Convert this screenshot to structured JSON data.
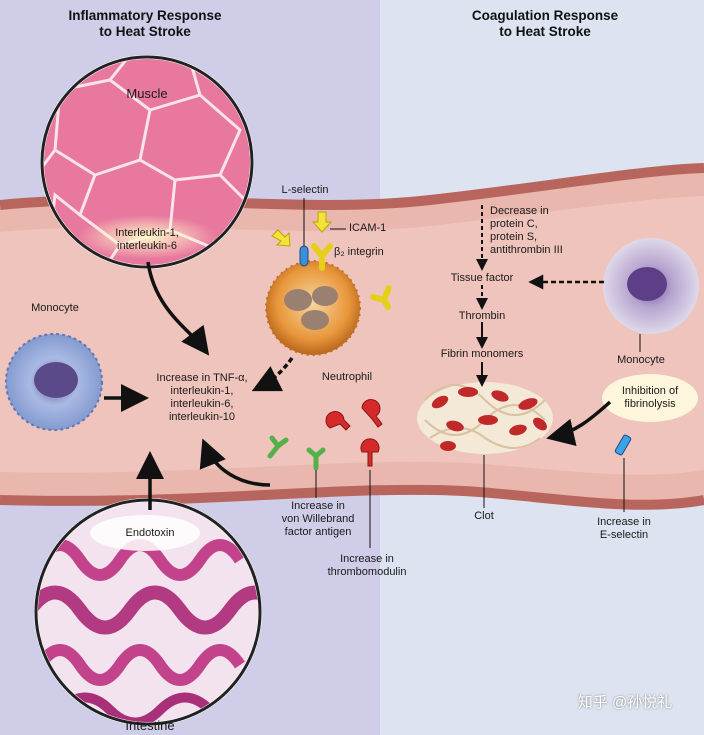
{
  "headers": {
    "inflammatory": [
      "Inflammatory Response",
      "to Heat Stroke"
    ],
    "coagulation": [
      "Coagulation Response",
      "to Heat Stroke"
    ]
  },
  "labels": {
    "muscle": "Muscle",
    "interleukins_muscle": [
      "Interleukin-1,",
      "interleukin-6"
    ],
    "monocyte_left": "Monocyte",
    "endotoxin": "Endotoxin",
    "intestine": "Intestine",
    "l_selectin": "L-selectin",
    "icam": "ICAM-1",
    "b2_integrin": "β₂ integrin",
    "neutrophil": "Neutrophil",
    "cytokines": [
      "Increase in TNF-α,",
      "interleukin-1,",
      "interleukin-6,",
      "interleukin-10"
    ],
    "vwf": [
      "Increase in",
      "von Willebrand",
      "factor antigen"
    ],
    "thrombomodulin": [
      "Increase in",
      "thrombomodulin"
    ],
    "decrease_proteins": [
      "Decrease in",
      "protein C,",
      "protein S,",
      "antithrombin III"
    ],
    "tissue_factor": "Tissue factor",
    "thrombin": "Thrombin",
    "fibrin": "Fibrin monomers",
    "monocyte_right": "Monocyte",
    "inhibition": [
      "Inhibition of",
      "fibrinolysis"
    ],
    "clot": "Clot",
    "e_selectin": [
      "Increase in",
      "E-selectin"
    ],
    "watermark": "知乎 @孙悦礼"
  },
  "colors": {
    "left_bg": "#cfcde8",
    "right_bg": "#dde3f0",
    "vessel": "#e8b8b0",
    "vessel_wall": "#c97f73",
    "arrow_yellow": "#f3e23a",
    "vwf_green": "#55b04a",
    "thrombomodulin_red": "#d42a2a",
    "neutrophil": "#e79a3a",
    "monocyte_blue": "#8fa6d6",
    "muscle_pink": "#e46f96",
    "clot_red": "#c0282a"
  }
}
